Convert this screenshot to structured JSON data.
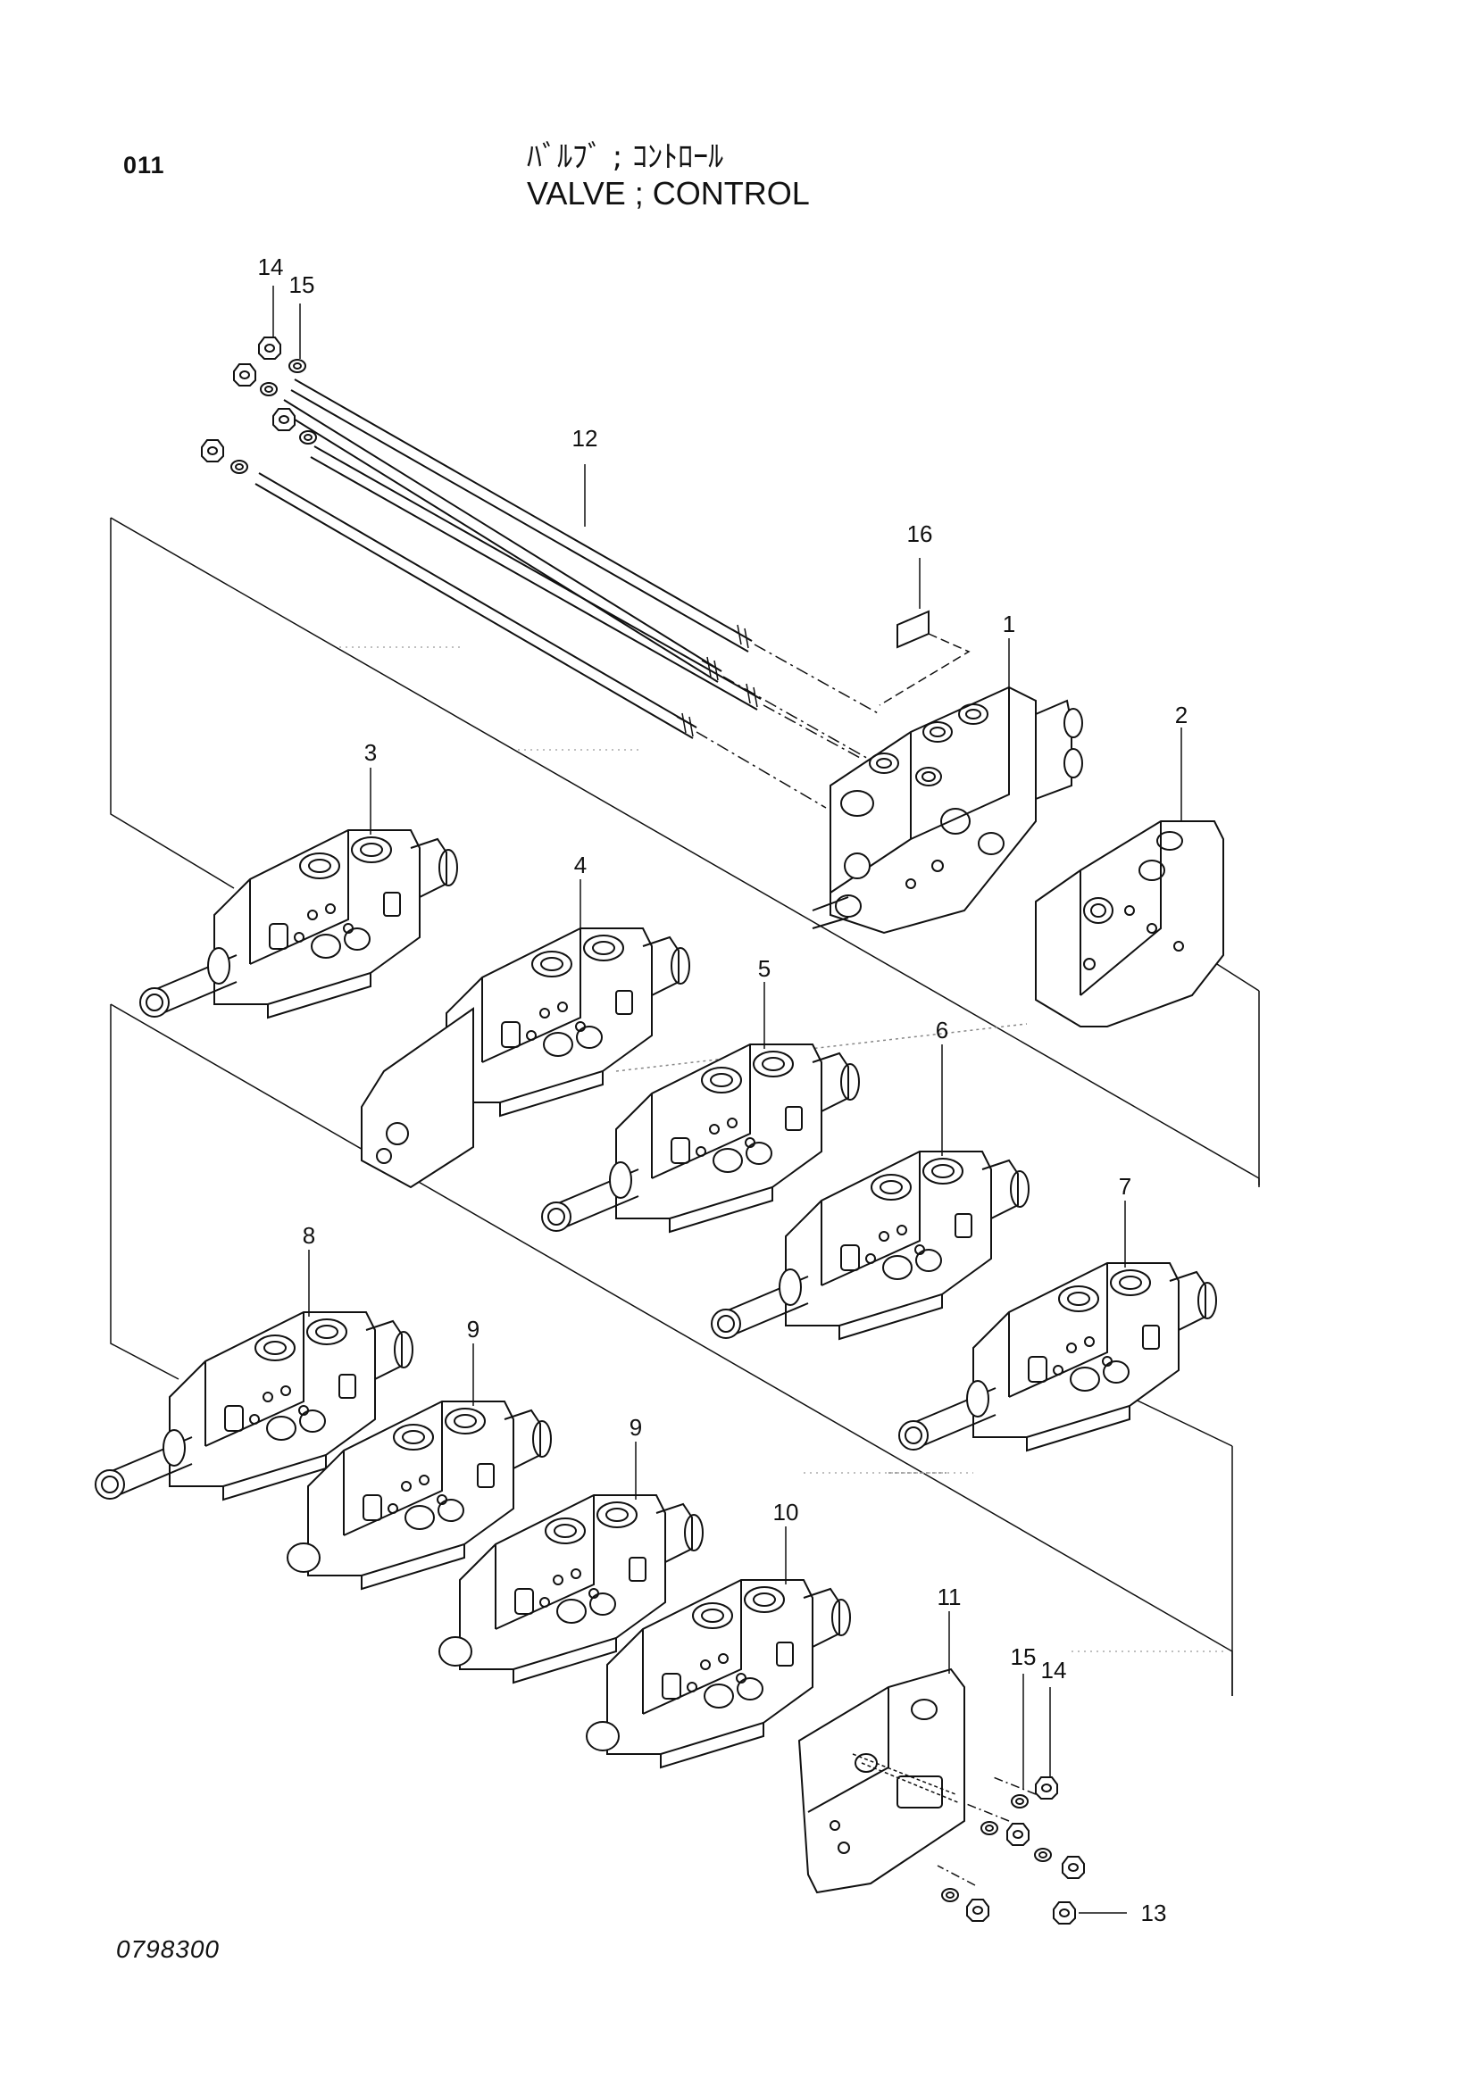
{
  "header": {
    "page_code": "011",
    "title_jp": "ﾊﾞﾙﾌﾞ ; ｺﾝﾄﾛｰﾙ",
    "title_en": "VALVE ; CONTROL"
  },
  "footer": {
    "drawing_number": "0798300"
  },
  "callouts": {
    "c1": "1",
    "c2": "2",
    "c3": "3",
    "c4": "4",
    "c5": "5",
    "c6": "6",
    "c7": "7",
    "c8": "8",
    "c9a": "9",
    "c9b": "9",
    "c10": "10",
    "c11": "11",
    "c12": "12",
    "c13": "13",
    "c14a": "14",
    "c15a": "15",
    "c14b": "14",
    "c15b": "15",
    "c16": "16"
  }
}
